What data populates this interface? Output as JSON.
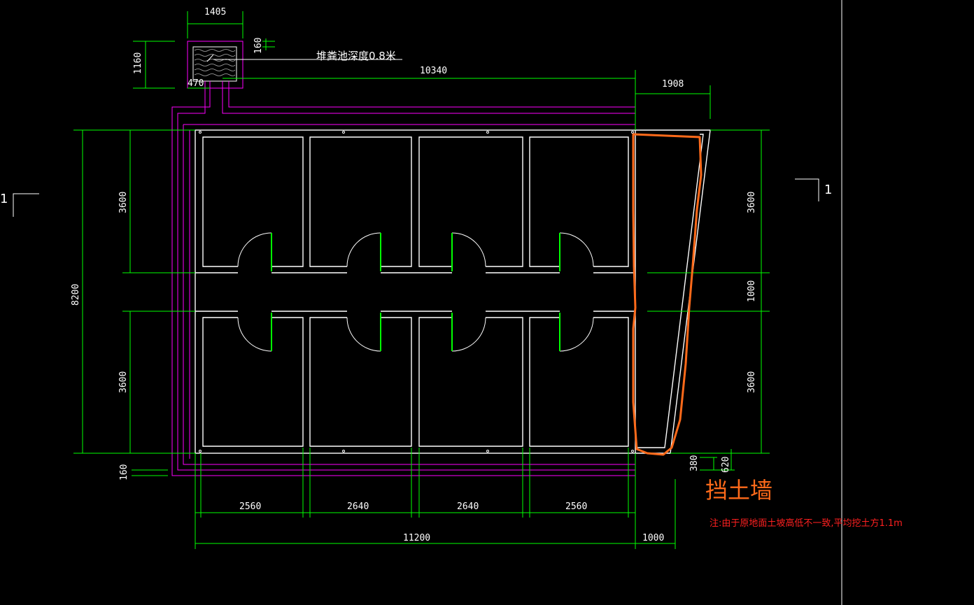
{
  "colors": {
    "background": "#000000",
    "dimension": "#00ff00",
    "wall": "#ffffff",
    "pipe": "#ff00ff",
    "highlight": "#ff6a1a",
    "note": "#ff2020"
  },
  "annotations": {
    "tank_depth": "堆粪池深度0.8米",
    "retaining_wall": "挡土墙",
    "note": "注:由于原地面土坡高低不一致,平均挖土方1.1m",
    "section_mark_left": "1",
    "section_mark_right": "1"
  },
  "dimensions": {
    "tank_width": "1405",
    "tank_height": "1160",
    "tank_wall": "160",
    "pipe_offset": "470",
    "overall_top": "10340",
    "wall_extension": "1908",
    "left_total": "8200",
    "left_upper": "3600",
    "left_lower": "3600",
    "bottom_left": "160",
    "right_upper": "3600",
    "right_middle": "1000",
    "right_lower": "3600",
    "right_small_1": "380",
    "right_small_2": "620",
    "bay_1": "2560",
    "bay_2": "2640",
    "bay_3": "2640",
    "bay_4": "2560",
    "overall_bottom": "11200",
    "extra_bottom": "1000"
  }
}
